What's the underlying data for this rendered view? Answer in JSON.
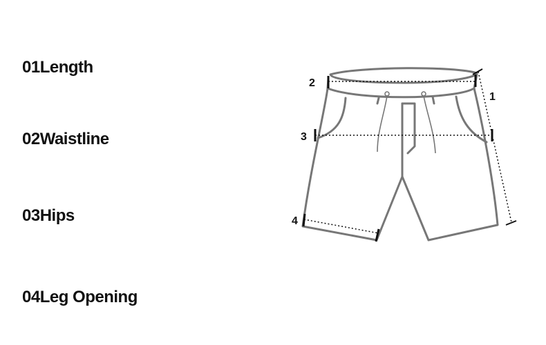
{
  "measurements": [
    {
      "label": "01Length"
    },
    {
      "label": "02Waistline"
    },
    {
      "label": "03Hips"
    },
    {
      "label": "04Leg Opening"
    }
  ],
  "diagram": {
    "markers": {
      "length": "1",
      "waistline": "2",
      "hips": "3",
      "leg_opening": "4"
    }
  },
  "colors": {
    "outline": "#777777",
    "measure_line": "#111111",
    "text": "#111111",
    "background": "#ffffff"
  }
}
